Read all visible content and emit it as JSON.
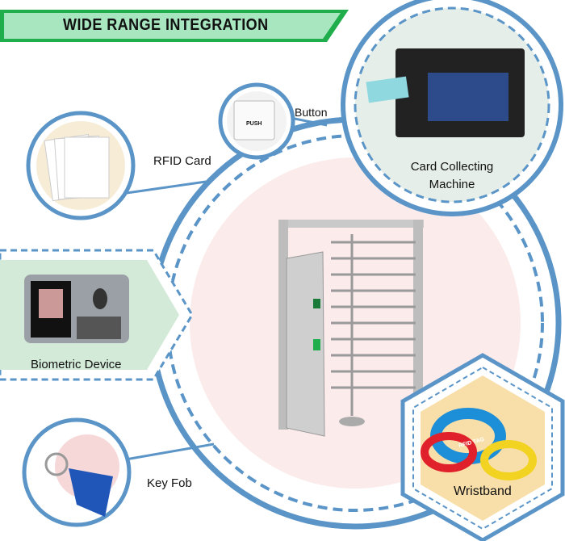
{
  "title": "WIDE RANGE INTEGRATION",
  "items": {
    "button": "Button",
    "rfid_card": "RFID Card",
    "card_machine_line1": "Card Collecting",
    "card_machine_line2": "Machine",
    "biometric": "Biometric Device",
    "key_fob": "Key Fob",
    "wristband": "Wristband",
    "push_label": "PUSH",
    "rfid_tag": "RFID TAG"
  },
  "colors": {
    "blue": "#5b95c8",
    "green": "#1fae4b",
    "mint": "#a8e6c0",
    "pink": "#f9e3e3"
  }
}
